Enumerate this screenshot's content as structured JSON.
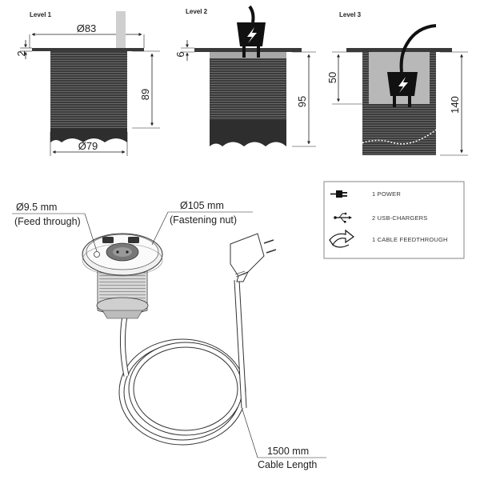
{
  "levels": {
    "level1": {
      "title": "Level 1",
      "top_diameter": "Ø83",
      "flange": "2",
      "height": "89",
      "bottom_diameter": "Ø79"
    },
    "level2": {
      "title": "Level 2",
      "flange": "6",
      "height": "95"
    },
    "level3": {
      "title": "Level 3",
      "raised": "50",
      "height": "140"
    }
  },
  "callouts": {
    "feed_diameter": "Ø9.5 mm",
    "feed_label": "(Feed through)",
    "nut_diameter": "Ø105 mm",
    "nut_label": "(Fastening nut)",
    "cable_length": "1500 mm",
    "cable_label": "Cable Length"
  },
  "legend": {
    "items": [
      {
        "icon": "power-plug-icon",
        "label": "1 POWER"
      },
      {
        "icon": "usb-icon",
        "label": "2 USB-CHARGERS"
      },
      {
        "icon": "cable-feedthrough-icon",
        "label": "1 CABLE FEEDTHROUGH"
      }
    ]
  },
  "colors": {
    "body": "#3a3a3a",
    "ribs": "#5a5a5a",
    "panel": "#9a9a9a",
    "line": "#222222"
  }
}
